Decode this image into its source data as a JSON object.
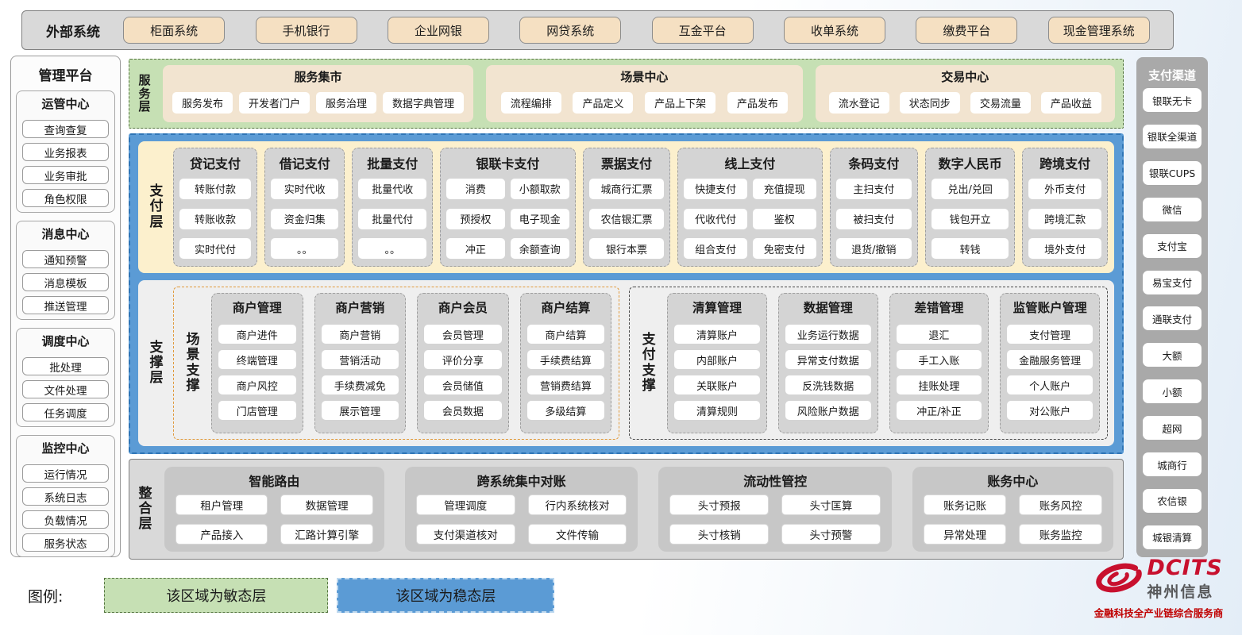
{
  "external_systems": {
    "label": "外部系统",
    "items": [
      "柜面系统",
      "手机银行",
      "企业网银",
      "网贷系统",
      "互金平台",
      "收单系统",
      "缴费平台",
      "现金管理系统"
    ]
  },
  "management_platform": {
    "title": "管理平台",
    "groups": [
      {
        "title": "运管中心",
        "items": [
          "查询查复",
          "业务报表",
          "业务审批",
          "角色权限"
        ]
      },
      {
        "title": "消息中心",
        "items": [
          "通知预警",
          "消息模板",
          "推送管理"
        ]
      },
      {
        "title": "调度中心",
        "items": [
          "批处理",
          "文件处理",
          "任务调度"
        ]
      },
      {
        "title": "监控中心",
        "items": [
          "运行情况",
          "系统日志",
          "负载情况",
          "服务状态"
        ]
      }
    ]
  },
  "service_layer": {
    "label": "服务层",
    "groups": [
      {
        "title": "服务集市",
        "items": [
          "服务发布",
          "开发者门户",
          "服务治理",
          "数据字典管理"
        ]
      },
      {
        "title": "场景中心",
        "items": [
          "流程编排",
          "产品定义",
          "产品上下架",
          "产品发布"
        ]
      },
      {
        "title": "交易中心",
        "items": [
          "流水登记",
          "状态同步",
          "交易流量",
          "产品收益"
        ]
      }
    ]
  },
  "payment_layer": {
    "label": "支付层",
    "columns": [
      {
        "title": "贷记支付",
        "items": [
          "转账付款",
          "转账收款",
          "实时代付"
        ]
      },
      {
        "title": "借记支付",
        "items": [
          "实时代收",
          "资金归集",
          "。。"
        ]
      },
      {
        "title": "批量支付",
        "items": [
          "批量代收",
          "批量代付",
          "。。"
        ]
      },
      {
        "title": "银联卡支付",
        "items": [
          "消费",
          "小额取款",
          "预授权",
          "电子现金",
          "冲正",
          "余额查询"
        ]
      },
      {
        "title": "票据支付",
        "items": [
          "城商行汇票",
          "农信银汇票",
          "银行本票"
        ]
      },
      {
        "title": "线上支付",
        "items": [
          "快捷支付",
          "充值提现",
          "代收代付",
          "鉴权",
          "组合支付",
          "免密支付"
        ]
      },
      {
        "title": "条码支付",
        "items": [
          "主扫支付",
          "被扫支付",
          "退货/撤销"
        ]
      },
      {
        "title": "数字人民币",
        "items": [
          "兑出/兑回",
          "钱包开立",
          "转钱"
        ]
      },
      {
        "title": "跨境支付",
        "items": [
          "外币支付",
          "跨境汇款",
          "境外支付"
        ]
      }
    ]
  },
  "support_layer": {
    "label": "支撑层",
    "sections": [
      {
        "label": "场景支撑",
        "groups": [
          {
            "title": "商户管理",
            "items": [
              "商户进件",
              "终端管理",
              "商户风控",
              "门店管理"
            ]
          },
          {
            "title": "商户营销",
            "items": [
              "商户营销",
              "营销活动",
              "手续费减免",
              "展示管理"
            ]
          },
          {
            "title": "商户会员",
            "items": [
              "会员管理",
              "评价分享",
              "会员储值",
              "会员数据"
            ]
          },
          {
            "title": "商户结算",
            "items": [
              "商户结算",
              "手续费结算",
              "营销费结算",
              "多级结算"
            ]
          }
        ]
      },
      {
        "label": "支付支撑",
        "groups": [
          {
            "title": "清算管理",
            "items": [
              "清算账户",
              "内部账户",
              "关联账户",
              "清算规则"
            ]
          },
          {
            "title": "数据管理",
            "items": [
              "业务运行数据",
              "异常支付数据",
              "反洗钱数据",
              "风险账户数据"
            ]
          },
          {
            "title": "差错管理",
            "items": [
              "退汇",
              "手工入账",
              "挂账处理",
              "冲正/补正"
            ]
          },
          {
            "title": "监管账户管理",
            "items": [
              "支付管理",
              "金融服务管理",
              "个人账户",
              "对公账户"
            ]
          }
        ]
      }
    ]
  },
  "integration_layer": {
    "label": "整合层",
    "groups": [
      {
        "title": "智能路由",
        "items": [
          "租户管理",
          "数据管理",
          "产品接入",
          "汇路计算引擎"
        ]
      },
      {
        "title": "跨系统集中对账",
        "items": [
          "管理调度",
          "行内系统核对",
          "支付渠道核对",
          "文件传输"
        ]
      },
      {
        "title": "流动性管控",
        "items": [
          "头寸预报",
          "头寸匡算",
          "头寸核销",
          "头寸预警"
        ]
      },
      {
        "title": "账务中心",
        "items": [
          "账务记账",
          "账务风控",
          "异常处理",
          "账务监控"
        ]
      }
    ]
  },
  "payment_channels": {
    "title": "支付渠道",
    "items": [
      "银联无卡",
      "银联全渠道",
      "银联CUPS",
      "微信",
      "支付宝",
      "易宝支付",
      "通联支付",
      "大额",
      "小额",
      "超网",
      "城商行",
      "农信银",
      "城银清算"
    ]
  },
  "legend": {
    "label": "图例:",
    "items": [
      {
        "text": "该区域为敏态层",
        "color": "#C6E0B4"
      },
      {
        "text": "该区域为稳态层",
        "color": "#5B9BD5"
      }
    ]
  },
  "logo": {
    "brand": "DCITS",
    "name": "神州信息",
    "tagline": "金融科技全产业链综合服务商"
  },
  "colors": {
    "agile_green": "#C6E0B4",
    "stable_blue": "#5B9BD5",
    "panel_cream": "#FCF0CD",
    "card_tan": "#F5E0C2",
    "brand_red": "#C8102E"
  }
}
